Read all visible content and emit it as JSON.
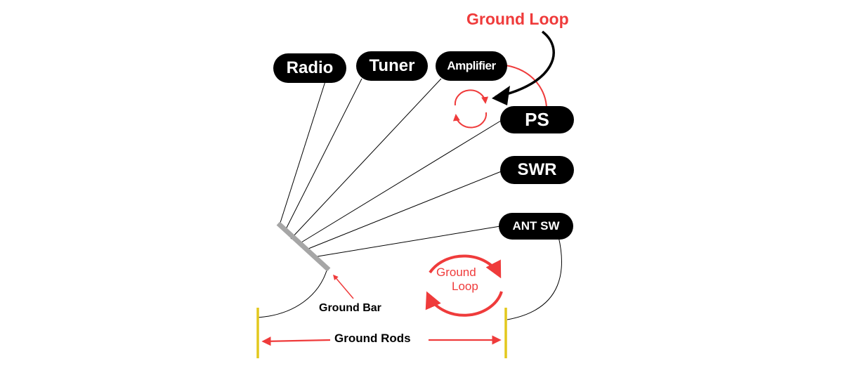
{
  "diagram": {
    "devices": {
      "radio": "Radio",
      "tuner": "Tuner",
      "amplifier": "Amplifier",
      "ps": "PS",
      "swr": "SWR",
      "ant_sw": "ANT SW"
    },
    "labels": {
      "ground_loop_top": "Ground Loop",
      "ground_loop_center_line1": "Ground",
      "ground_loop_center_line2": "Loop",
      "ground_bar": "Ground Bar",
      "ground_rods": "Ground Rods"
    },
    "colors": {
      "device_fill": "#000000",
      "device_text": "#ffffff",
      "loop_accent": "#ef3b3b",
      "ground_bar": "#a6a6a6",
      "ground_rod": "#e3c81d",
      "wire": "#000000"
    }
  }
}
